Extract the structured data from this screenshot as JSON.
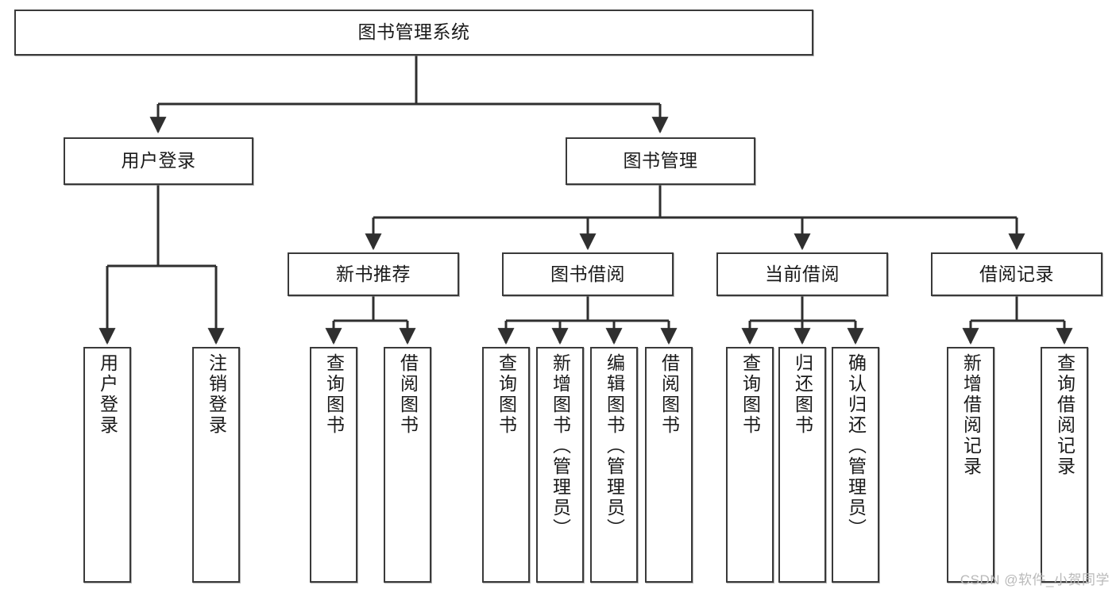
{
  "diagram": {
    "title": "图书管理系统",
    "type": "tree-hierarchy-chart",
    "orientation": "top-down",
    "colors": {
      "box_border": "#3a3a3a",
      "box_fill": "#ffffff",
      "connector": "#2f2f2f",
      "text": "#1a1a1a",
      "watermark": "#b9b9b9"
    },
    "root": {
      "id": "root",
      "label": "图书管理系统"
    },
    "level2": [
      {
        "id": "user-login",
        "label": "用户登录"
      },
      {
        "id": "book-management",
        "label": "图书管理"
      }
    ],
    "level3": [
      {
        "id": "new-book-recommend",
        "label": "新书推荐",
        "parent": "book-management"
      },
      {
        "id": "book-borrow",
        "label": "图书借阅",
        "parent": "book-management"
      },
      {
        "id": "current-borrow",
        "label": "当前借阅",
        "parent": "book-management"
      },
      {
        "id": "borrow-record",
        "label": "借阅记录",
        "parent": "book-management"
      }
    ],
    "leaves": [
      {
        "id": "leaf-user-login",
        "label": "用户登录",
        "parent": "user-login"
      },
      {
        "id": "leaf-logout-login",
        "label": "注销登录",
        "parent": "user-login"
      },
      {
        "id": "leaf-query-book-1",
        "label": "查询图书",
        "parent": "new-book-recommend"
      },
      {
        "id": "leaf-borrow-book-1",
        "label": "借阅图书",
        "parent": "new-book-recommend"
      },
      {
        "id": "leaf-query-book-2",
        "label": "查询图书",
        "parent": "book-borrow"
      },
      {
        "id": "leaf-add-book",
        "label": "新增图书（管理员）",
        "parent": "book-borrow"
      },
      {
        "id": "leaf-edit-book",
        "label": "编辑图书（管理员）",
        "parent": "book-borrow"
      },
      {
        "id": "leaf-borrow-book-2",
        "label": "借阅图书",
        "parent": "book-borrow"
      },
      {
        "id": "leaf-query-book-3",
        "label": "查询图书",
        "parent": "current-borrow"
      },
      {
        "id": "leaf-return-book",
        "label": "归还图书",
        "parent": "current-borrow"
      },
      {
        "id": "leaf-confirm-return",
        "label": "确认归还（管理员）",
        "parent": "current-borrow"
      },
      {
        "id": "leaf-add-record",
        "label": "新增借阅记录",
        "parent": "borrow-record"
      },
      {
        "id": "leaf-query-record",
        "label": "查询借阅记录",
        "parent": "borrow-record"
      }
    ]
  },
  "watermark": {
    "text": "CSDN @软件_小贺同学"
  }
}
